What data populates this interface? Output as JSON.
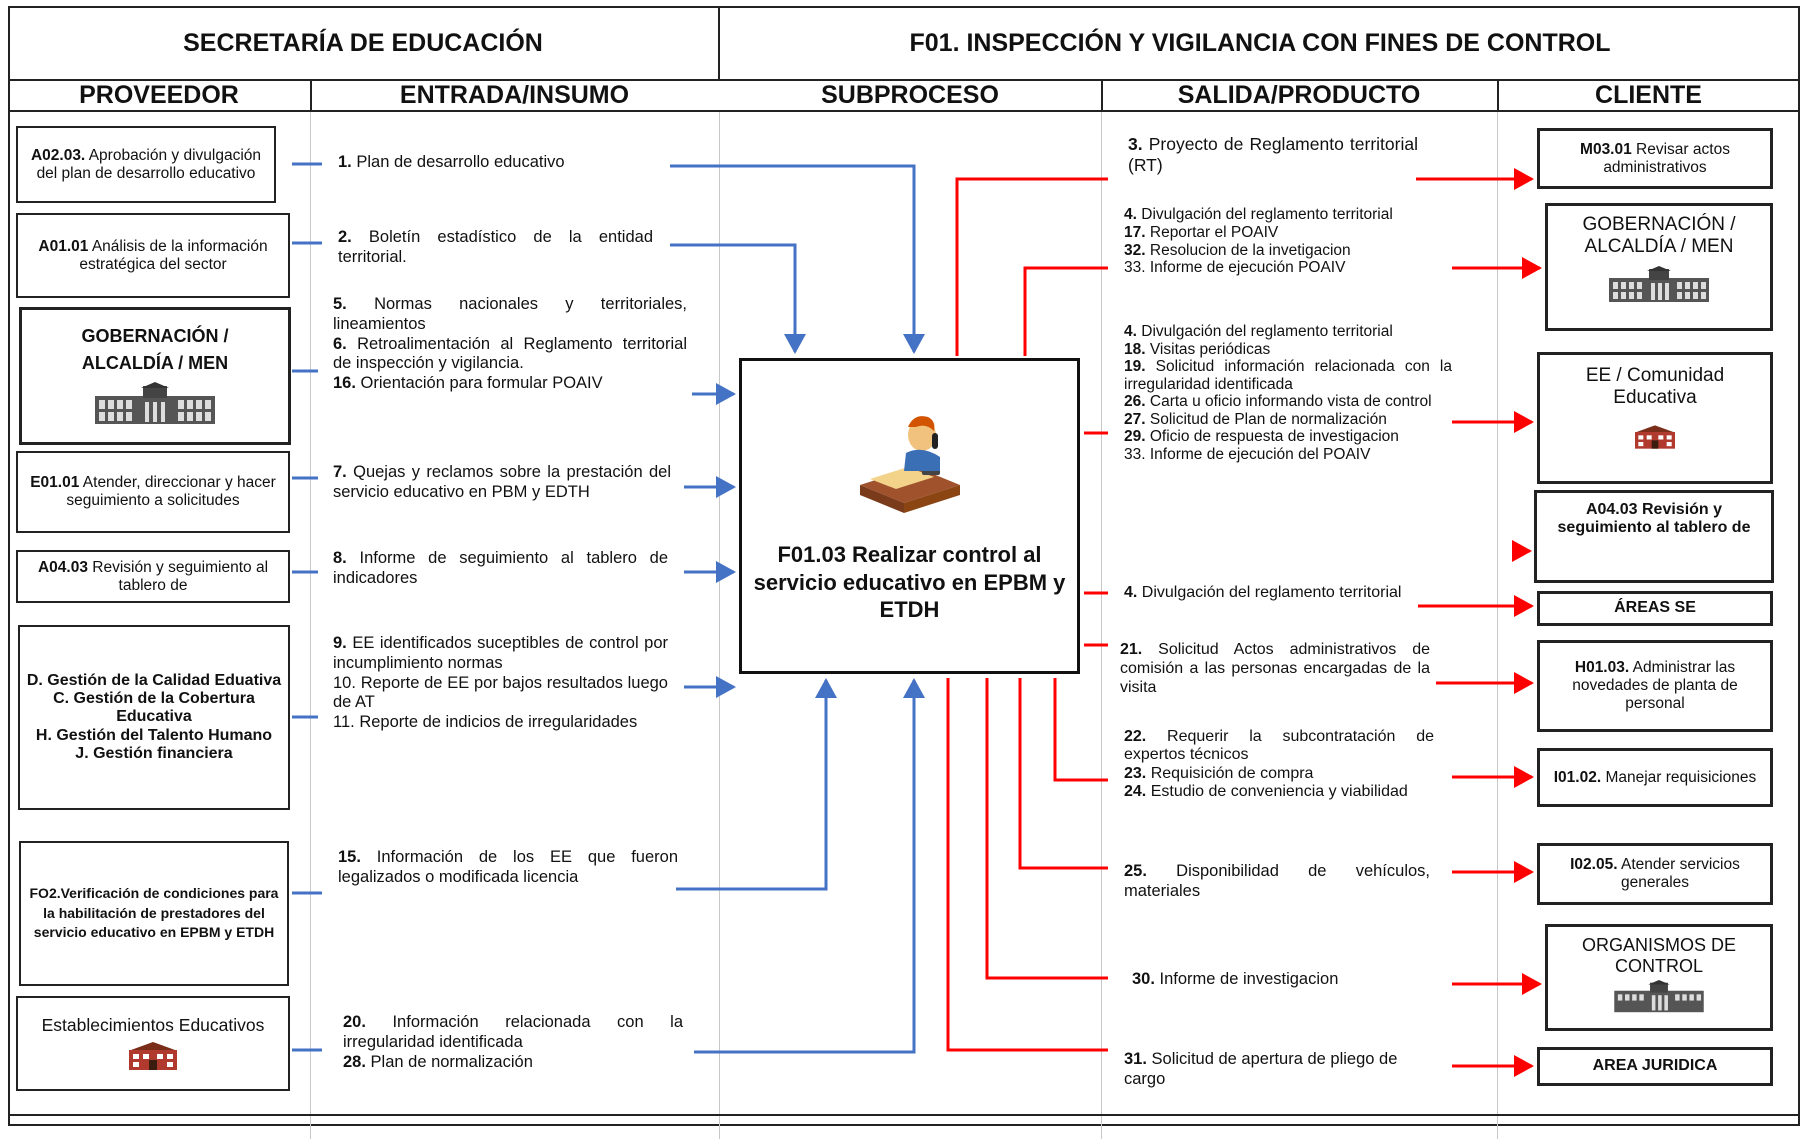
{
  "header": {
    "left_title": "SECRETARÍA DE EDUCACIÓN",
    "right_title": "F01. INSPECCIÓN Y VIGILANCIA CON FINES DE CONTROL"
  },
  "columns": {
    "proveedor": "PROVEEDOR",
    "entrada": "ENTRADA/INSUMO",
    "subproceso": "SUBPROCESO",
    "salida": "SALIDA/PRODUCTO",
    "cliente": "CLIENTE"
  },
  "providers": [
    {
      "code": "A02.03.",
      "text": "Aprobación y divulgación del plan de desarrollo educativo"
    },
    {
      "code": "A01.01",
      "text": "Análisis de la información estratégica del sector"
    },
    {
      "line1": "GOBERNACIÓN /",
      "line2": "ALCALDÍA / MEN",
      "icon": "government-building"
    },
    {
      "code": "E01.01",
      "text": "Atender, direccionar y hacer seguimiento a solicitudes"
    },
    {
      "code": "A04.03",
      "text": "Revisión y seguimiento al tablero de"
    },
    {
      "lines": [
        "D. Gestión de la Calidad Eduativa",
        "C. Gestión de la Cobertura Educativa",
        "H. Gestión del Talento Humano",
        "J. Gestión financiera"
      ]
    },
    {
      "text": "FO2.Verificación de condiciones para la habilitación de prestadores del servicio educativo en EPBM y ETDH"
    },
    {
      "text": "Establecimientos Educativos",
      "icon": "school-building"
    }
  ],
  "inputs": [
    {
      "num": "1.",
      "text": "Plan de desarrollo educativo"
    },
    {
      "num": "2.",
      "text": "Boletín estadístico de la entidad territorial."
    },
    {
      "num": "5.",
      "text": "Normas nacionales y territoriales, lineamientos"
    },
    {
      "num": "6.",
      "text": "Retroalimentación al Reglamento territorial de inspección y vigilancia."
    },
    {
      "num": "16.",
      "text": "Orientación para formular POAIV"
    },
    {
      "num": "7.",
      "text": "Quejas y reclamos sobre la prestación del servicio educativo en PBM y EDTH"
    },
    {
      "num": "8.",
      "text": "Informe de seguimiento al tablero de indicadores"
    },
    {
      "num": "9.",
      "text": "EE identificados suceptibles de control por incumplimiento normas"
    },
    {
      "num": "10.",
      "text": "Reporte de EE por bajos resultados luego de AT"
    },
    {
      "num": "11.",
      "text": "Reporte de indicios de irregularidades"
    },
    {
      "num": "15.",
      "text": "Información de los EE que fueron legalizados o modificada licencia"
    },
    {
      "num": "20.",
      "text": "Información relacionada con la irregularidad identificada"
    },
    {
      "num": "28.",
      "text": "Plan de normalización"
    }
  ],
  "subprocess": {
    "title": "F01.03 Realizar control al servicio educativo en EPBM y ETDH",
    "icon": "person-on-phone-at-desk"
  },
  "outputs": [
    {
      "num": "3.",
      "text": "Proyecto de Reglamento territorial (RT)"
    },
    {
      "num": "4.",
      "text": "Divulgación del reglamento territorial"
    },
    {
      "num": "17.",
      "text": "Reportar el POAIV"
    },
    {
      "num": "32.",
      "text": "Resolucion de la invetigacion"
    },
    {
      "num": "33.",
      "text": "Informe de ejecución POAIV"
    },
    {
      "num": "4.",
      "text": "Divulgación del reglamento territorial"
    },
    {
      "num": "18.",
      "text": "Visitas periódicas"
    },
    {
      "num": "19.",
      "text": "Solicitud información relacionada con la irregularidad identificada"
    },
    {
      "num": "26.",
      "text": "Carta u oficio informando vista de control"
    },
    {
      "num": "27.",
      "text": "Solicitud de Plan de normalización"
    },
    {
      "num": "29.",
      "text": "Oficio de respuesta de investigacion"
    },
    {
      "num": "33.",
      "text": "Informe de ejecución del POAIV"
    },
    {
      "num": "4.",
      "text": "Divulgación del reglamento territorial"
    },
    {
      "num": "21.",
      "text": "Solicitud Actos administrativos de comisión a las personas encargadas de la visita"
    },
    {
      "num": "22.",
      "text": "Requerir la subcontratación de expertos técnicos"
    },
    {
      "num": "23.",
      "text": "Requisición de compra"
    },
    {
      "num": "24.",
      "text": "Estudio de conveniencia y viabilidad"
    },
    {
      "num": "25.",
      "text": "Disponibilidad de vehículos, materiales"
    },
    {
      "num": "30.",
      "text": "Informe de investigacion"
    },
    {
      "num": "31.",
      "text": "Solicitud de apertura de pliego de cargo"
    }
  ],
  "clients": [
    {
      "code": "M03.01",
      "text": "Revisar actos administrativos"
    },
    {
      "line1": "GOBERNACIÓN /",
      "line2": "ALCALDÍA / MEN",
      "icon": "government-building"
    },
    {
      "line1": "EE / Comunidad",
      "line2": "Educativa",
      "icon": "school-building"
    },
    {
      "text": "A04.03 Revisión y seguimiento al tablero de"
    },
    {
      "text": "ÁREAS SE"
    },
    {
      "code": "H01.03.",
      "text": "Administrar las novedades de planta de personal"
    },
    {
      "code": "I01.02.",
      "text": "Manejar requisiciones"
    },
    {
      "code": "I02.05.",
      "text": "Atender servicios generales"
    },
    {
      "line1": "ORGANISMOS DE",
      "line2": "CONTROL",
      "icon": "government-building"
    },
    {
      "text": "AREA JURIDICA"
    }
  ],
  "colors": {
    "input_arrow": "#4472c4",
    "output_arrow": "#ff0000",
    "border": "#222222"
  }
}
